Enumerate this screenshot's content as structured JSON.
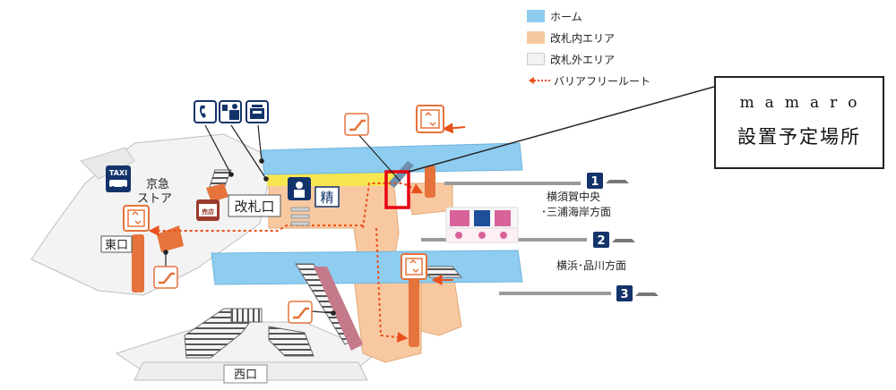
{
  "legend": {
    "platform": "ホーム",
    "inside_gate": "改札内エリア",
    "outside_gate": "改札外エリア",
    "barrier_free": "バリアフリールート"
  },
  "colors": {
    "platform": "#8ecdf0",
    "inside_gate": "#f8c9a0",
    "outside_gate": "#f3f3f3",
    "route": "#e8501c",
    "highlight": "#e60012",
    "navy": "#13336b",
    "elevator": "#e5733b"
  },
  "callout": {
    "brand": "mamaro",
    "subtitle": "設置予定場所"
  },
  "labels": {
    "ticket_gate": "改札口",
    "fare_adjust": "精",
    "east_exit": "東口",
    "west_exit": "西口",
    "keikyu_store_line1": "京急",
    "keikyu_store_line2": "ストア",
    "taxi": "TAXI",
    "shop": "売店"
  },
  "tracks": [
    {
      "number": "1",
      "destination_line1": "横須賀中央",
      "destination_line2": "･三浦海岸方面"
    },
    {
      "number": "2",
      "destination_line1": "横浜･品川方面",
      "destination_line2": ""
    },
    {
      "number": "3",
      "destination_line1": "",
      "destination_line2": ""
    }
  ],
  "icons": [
    "phone-icon",
    "info-desk-icon",
    "ticket-machine-icon",
    "taxi-icon",
    "shop-icon",
    "station-staff-icon",
    "elevator-icon",
    "escalator-icon",
    "restroom-icon",
    "train-icon"
  ]
}
